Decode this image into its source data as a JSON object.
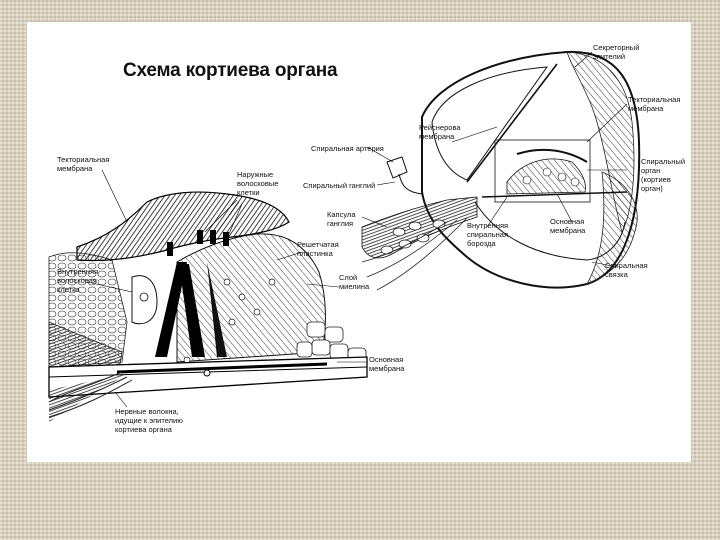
{
  "title": "Схема кортиева органа",
  "left_labels": {
    "tectorial": [
      "Текториальная",
      "мембрана"
    ],
    "outer_hair": [
      "Наружные",
      "волосковые",
      "клетки"
    ],
    "inner_hair": [
      "Внутренняя",
      "волосковая",
      "клетка"
    ],
    "reticular": [
      "Решетчатая",
      "пластинка"
    ],
    "myelin": [
      "Слой",
      "миелина"
    ],
    "basilar": [
      "Основная",
      "мембрана"
    ],
    "nerve_fibers": [
      "Нервные волокна,",
      "идущие к эпителию",
      "кортиева органа"
    ]
  },
  "right_labels": {
    "secretory": [
      "Секреторный",
      "эпителий"
    ],
    "tectorial": [
      "Текториальная",
      "мембрана"
    ],
    "reissner": [
      "Рейснерова",
      "мембрана"
    ],
    "spiral_artery": [
      "Спиральная артерия"
    ],
    "spiral_ganglion": [
      "Спиральный ганглий"
    ],
    "spiral_organ": [
      "Спиральный",
      "орган",
      "(кортиев",
      "орган)"
    ],
    "ganglion_capsule": [
      "Капсула",
      "ганглия"
    ],
    "inner_spiral_sulcus": [
      "Внутренняя",
      "спиральная",
      "борозда"
    ],
    "basilar": [
      "Основная",
      "мембрана"
    ],
    "spiral_ligament": [
      "Спиральная",
      "связка"
    ]
  }
}
